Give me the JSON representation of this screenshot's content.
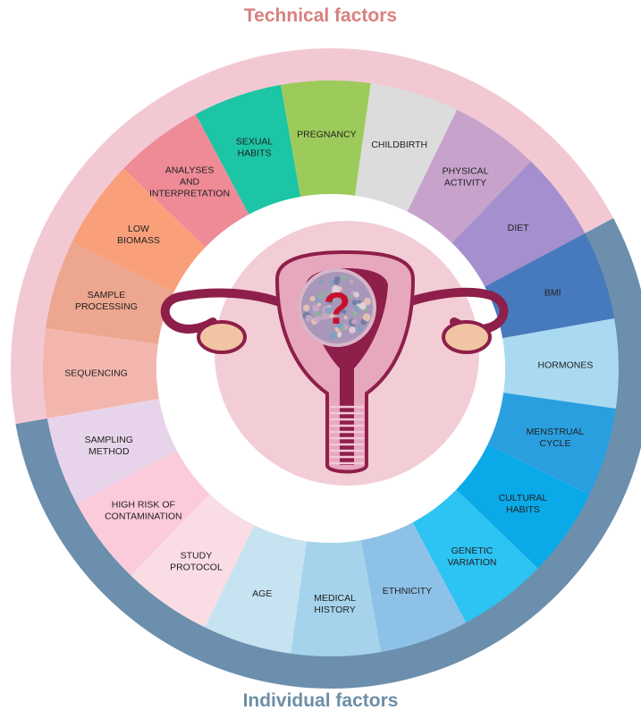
{
  "titles": {
    "top": "Technical factors",
    "bottom": "Individual factors"
  },
  "colors": {
    "technical_ring": "#f2c8d3",
    "individual_ring": "#6b8fad",
    "inner_disc": "#ffffff",
    "uterus_bg": "#f2cdd6",
    "uterus_body": "#e7a7bd",
    "uterus_dark": "#8e1f4a",
    "ovary": "#f1c5a4",
    "question_mark": "#c8102e"
  },
  "center_icon": {
    "name": "uterus-illustration",
    "symbol": "?"
  },
  "segments": [
    {
      "id": "sequencing",
      "lines": [
        "SEQUENCING"
      ],
      "color": "#f3b6ae"
    },
    {
      "id": "sample-processing",
      "lines": [
        "SAMPLE",
        "PROCESSING"
      ],
      "color": "#eda68f"
    },
    {
      "id": "low-biomass",
      "lines": [
        "LOW",
        "BIOMASS"
      ],
      "color": "#f9a07a"
    },
    {
      "id": "analyses-and-interpretation",
      "lines": [
        "ANALYSES",
        "AND",
        "INTERPRETATION"
      ],
      "color": "#ee8b97"
    },
    {
      "id": "sexual-habits",
      "lines": [
        "SEXUAL",
        "HABITS"
      ],
      "color": "#1cc5a5"
    },
    {
      "id": "pregnancy",
      "lines": [
        "PREGNANCY"
      ],
      "color": "#9dcb5b"
    },
    {
      "id": "childbirth",
      "lines": [
        "CHILDBIRTH"
      ],
      "color": "#dcdcdd"
    },
    {
      "id": "physical-activity",
      "lines": [
        "PHYSICAL",
        "ACTIVITY"
      ],
      "color": "#c7a3cc"
    },
    {
      "id": "diet",
      "lines": [
        "DIET"
      ],
      "color": "#a58fce"
    },
    {
      "id": "bmi",
      "lines": [
        "BMI"
      ],
      "color": "#4779bd"
    },
    {
      "id": "hormones",
      "lines": [
        "HORMONES"
      ],
      "color": "#a9daf1"
    },
    {
      "id": "menstrual-cycle",
      "lines": [
        "MENSTRUAL",
        "CYCLE"
      ],
      "color": "#2a9fe0"
    },
    {
      "id": "cultural-habits",
      "lines": [
        "CULTURAL",
        "HABITS"
      ],
      "color": "#0aa9e8"
    },
    {
      "id": "genetic-variation",
      "lines": [
        "GENETIC",
        "VARIATION"
      ],
      "color": "#2dc3f2"
    },
    {
      "id": "ethnicity",
      "lines": [
        "ETHNICITY"
      ],
      "color": "#8ec1e7"
    },
    {
      "id": "medical-history",
      "lines": [
        "MEDICAL",
        "HISTORY"
      ],
      "color": "#a5d3ec"
    },
    {
      "id": "age",
      "lines": [
        "AGE"
      ],
      "color": "#c7e3f2"
    },
    {
      "id": "study-protocol",
      "lines": [
        "STUDY",
        "PROTOCOL"
      ],
      "color": "#fadce4"
    },
    {
      "id": "high-risk-of-contamination",
      "lines": [
        "HIGH RISK OF",
        "CONTAMINATION"
      ],
      "color": "#fbcadb"
    },
    {
      "id": "sampling-method",
      "lines": [
        "SAMPLING",
        "METHOD"
      ],
      "color": "#e8d4ea"
    }
  ]
}
